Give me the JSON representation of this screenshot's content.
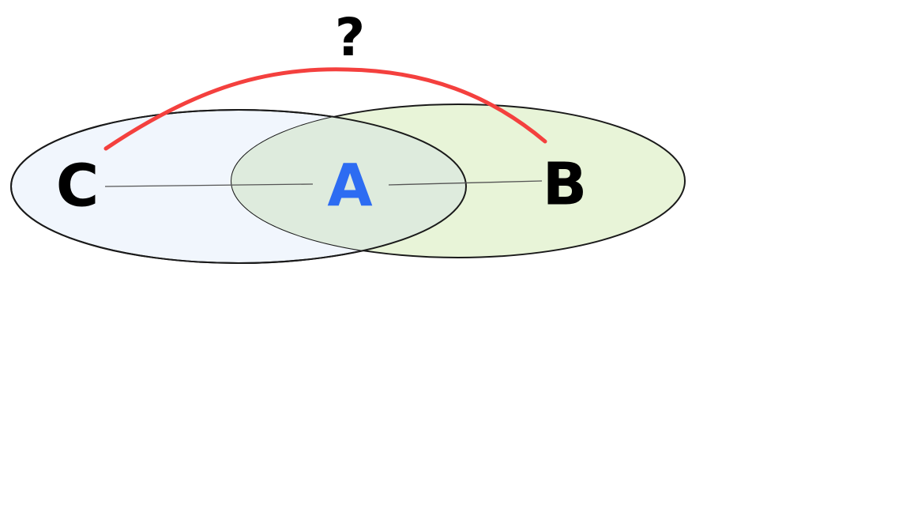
{
  "diagram": {
    "sets": [
      {
        "id": "left-set",
        "fill": "#f1f6fd",
        "stroke": "#1a1a1a"
      },
      {
        "id": "right-set",
        "fill": "#e8f4d8",
        "stroke": "#1a1a1a"
      }
    ],
    "overlap_fill": "#deebdd",
    "nodes": {
      "c": {
        "label": "C",
        "color": "#000000"
      },
      "a": {
        "label": "A",
        "color": "#2d6cf2"
      },
      "b": {
        "label": "B",
        "color": "#000000"
      }
    },
    "unknown_relation": {
      "label": "?",
      "color": "#f4403e",
      "label_color": "#000000"
    },
    "link_color": "#555555"
  }
}
